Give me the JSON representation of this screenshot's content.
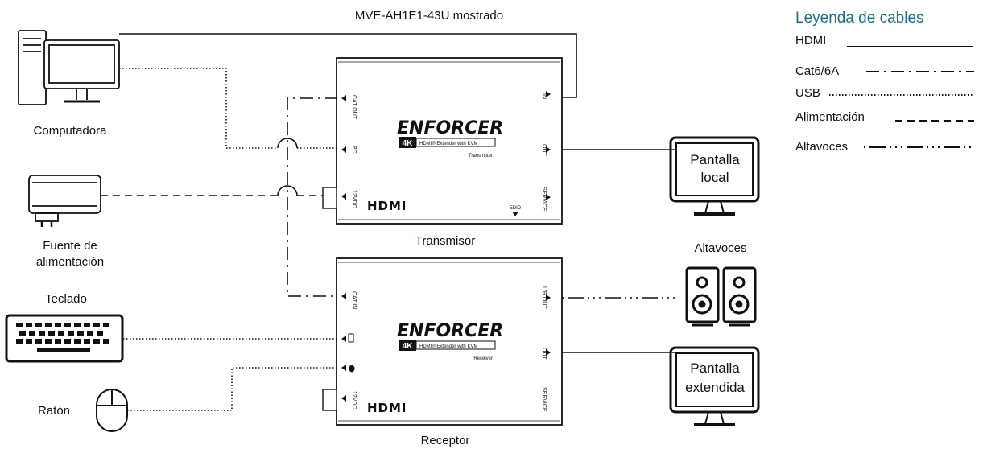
{
  "title": "MVE-AH1E1-43U mostrado",
  "legend": {
    "title": "Leyenda de cables",
    "items": [
      {
        "label": "HDMI",
        "style": "solid"
      },
      {
        "label": "Cat6/6A",
        "style": "dashdot"
      },
      {
        "label": "USB",
        "style": "dotted"
      },
      {
        "label": "Alimentación",
        "style": "dashed"
      },
      {
        "label": "Altavoces",
        "style": "dashdotdot"
      }
    ]
  },
  "devices": {
    "computer": "Computadora",
    "power_supply_line1": "Fuente de",
    "power_supply_line2": "alimentación",
    "keyboard": "Teclado",
    "mouse": "Ratón",
    "transmitter": "Transmisor",
    "receiver": "Receptor",
    "speakers": "Altavoces",
    "local_display_line1": "Pantalla",
    "local_display_line2": "local",
    "extended_display_line1": "Pantalla",
    "extended_display_line2": "extendida"
  },
  "units": {
    "brand": "ENFORCER",
    "badge": "4K",
    "tagline": "HDMI® Extender with KVM",
    "transmitter_model": "Transmitter",
    "receiver_model": "Receiver",
    "hdmi_logo": "HDMI",
    "edid": "EDID"
  },
  "ports": {
    "tx_cat_out": "CAT OUT",
    "tx_pc": "PC",
    "tx_dc": "12VDC",
    "tx_in": "IN",
    "tx_out": "OUT",
    "tx_service": "SERVICE",
    "rx_cat_in": "CAT IN",
    "rx_lr_out": "L/R OUT",
    "rx_out": "OUT",
    "rx_dc": "12VDC",
    "rx_service": "SERVICE"
  }
}
